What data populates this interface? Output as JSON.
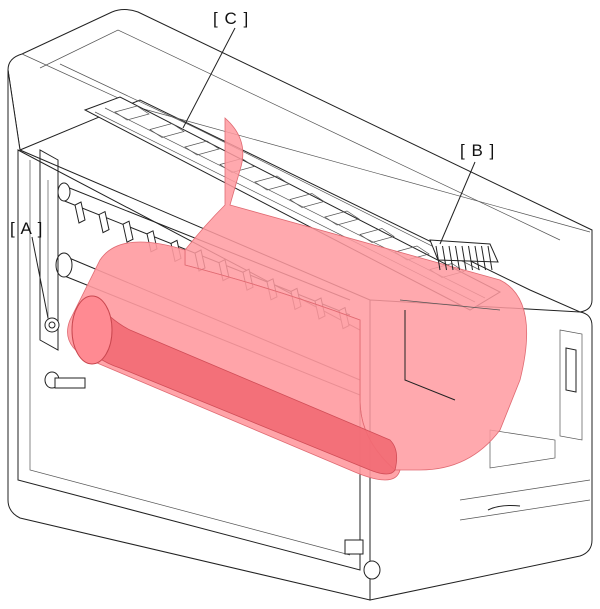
{
  "callouts": {
    "a": "[ A ]",
    "b": "[ B ]",
    "c": "[ C ]"
  },
  "colors": {
    "paper_light": "#ff9aa0",
    "paper_dark": "#f26a73",
    "outline": "#222222"
  }
}
